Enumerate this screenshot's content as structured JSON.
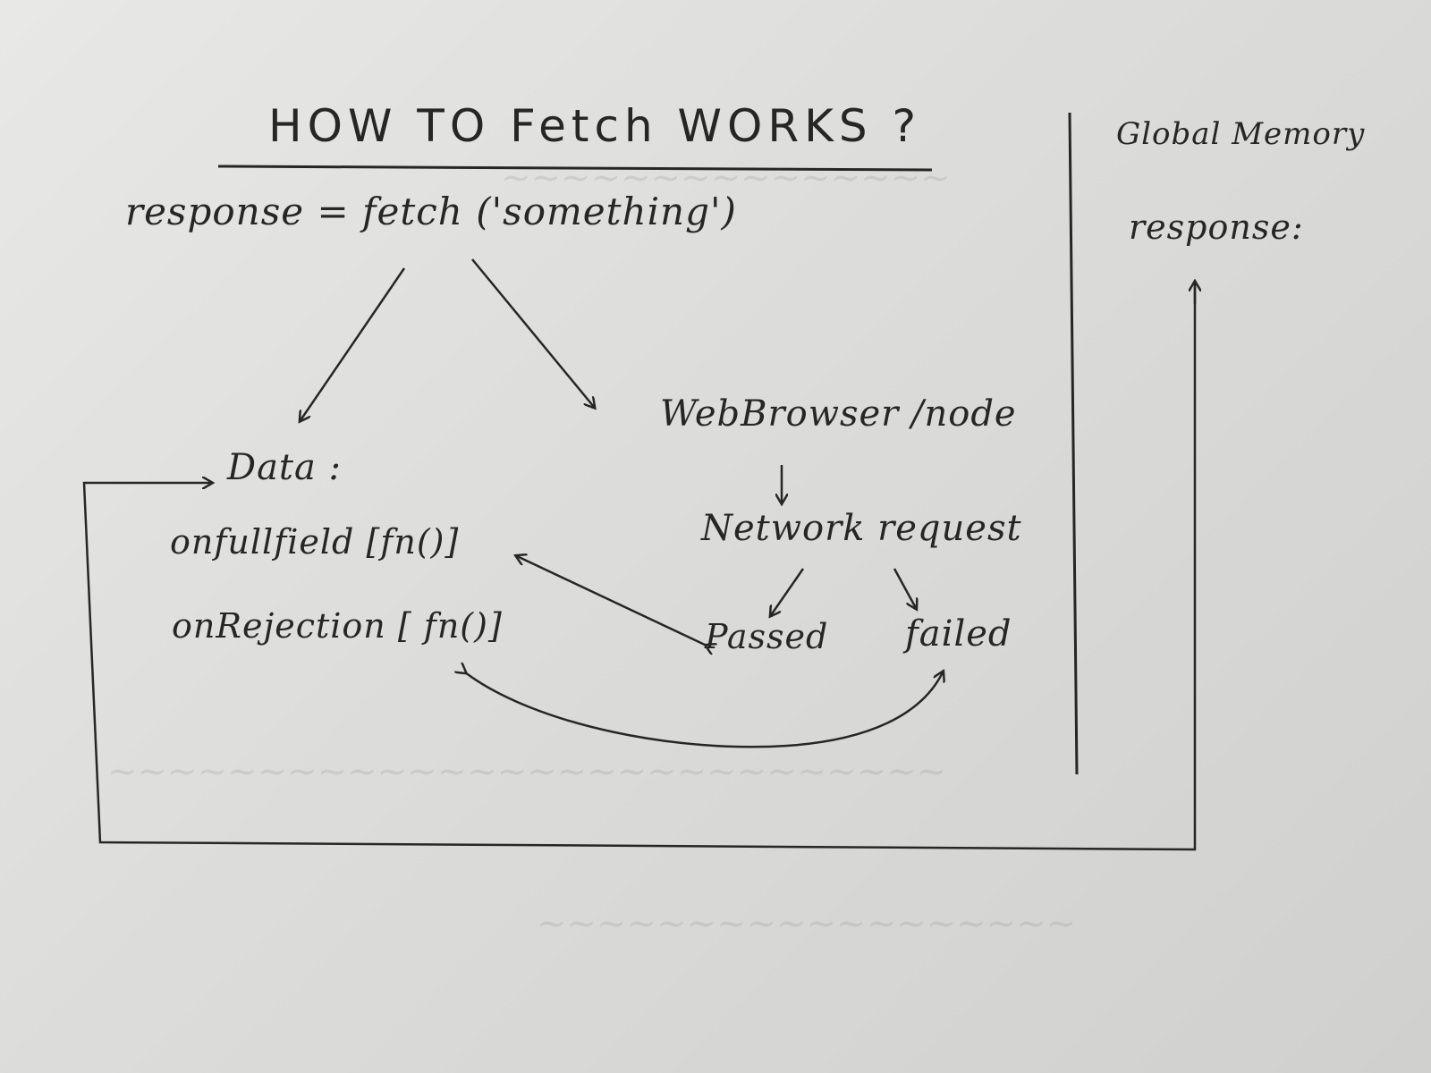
{
  "diagram": {
    "title": "HOW TO Fetch WORKS ?",
    "fetch_call": "response = fetch ('something')",
    "left_branch": {
      "data_label": "Data :",
      "on_fulfilled": "onfullfield [fn()]",
      "on_rejection": "onRejection [ fn()]"
    },
    "right_branch": {
      "environment": "WebBrowser /node",
      "network_request": "Network request",
      "passed": "Passed",
      "failed": "failed"
    },
    "global_memory": {
      "title": "Global Memory",
      "response_label": "response:"
    }
  },
  "colors": {
    "ink": "#262626",
    "paper": "#dcdcda"
  }
}
